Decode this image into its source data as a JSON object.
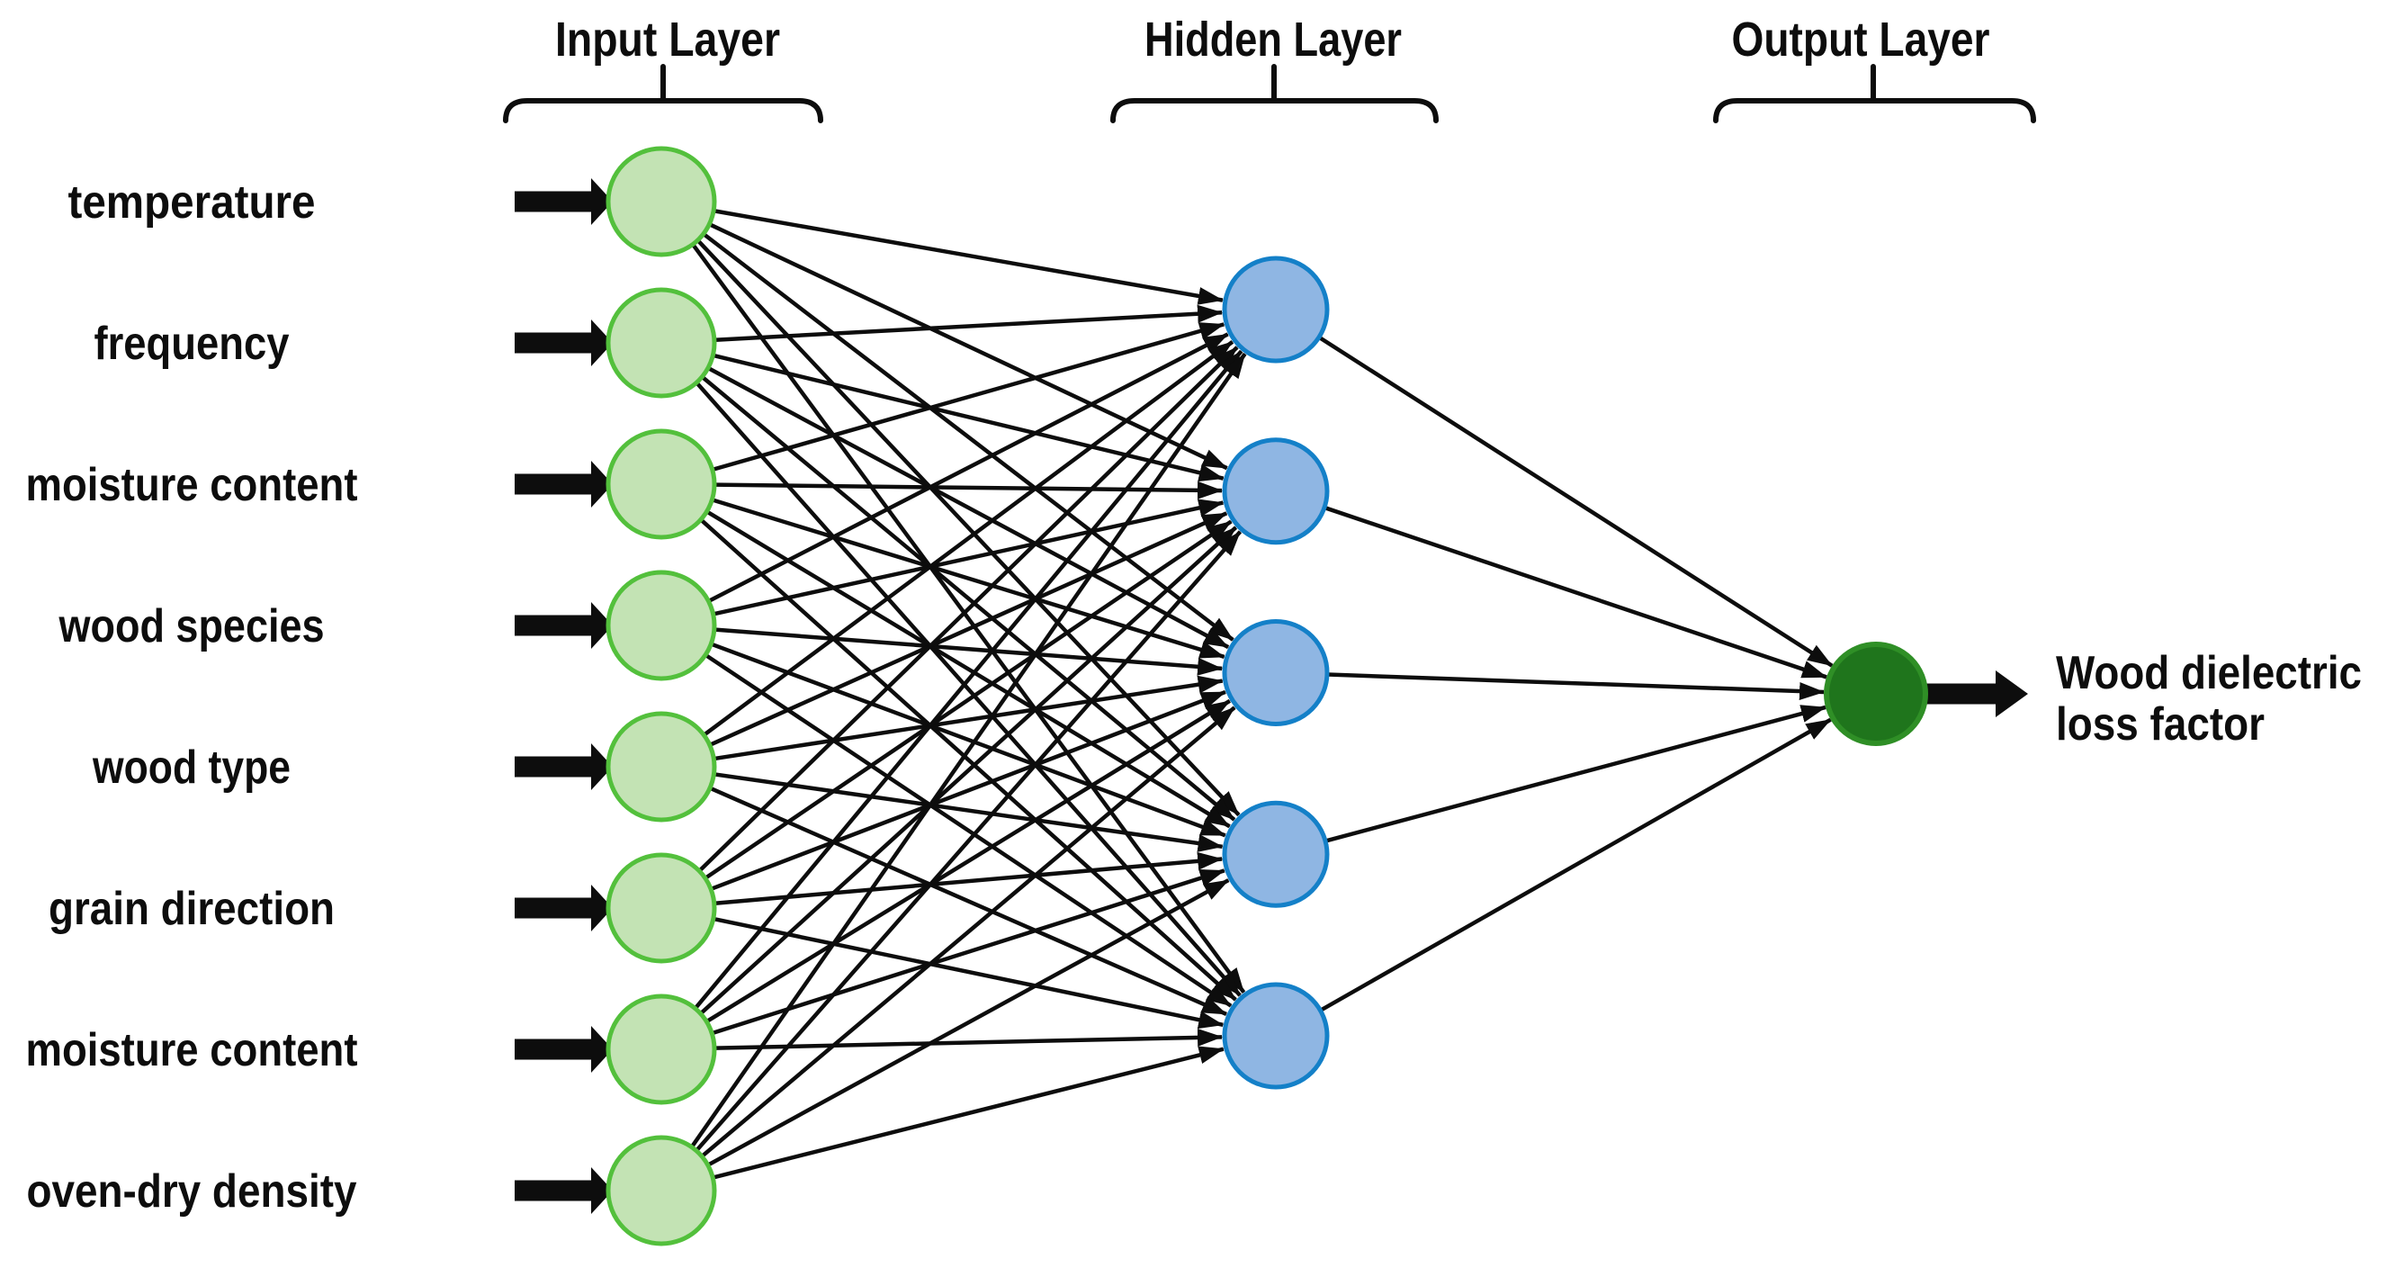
{
  "figure": {
    "background": "#ffffff",
    "edge_color": "#0d0d0d",
    "text_color": "#0d0d0d"
  },
  "layers": {
    "input": {
      "title": "Input Layer",
      "node_count": 8,
      "labels": [
        "temperature",
        "frequency",
        "moisture content",
        "wood species",
        "wood type",
        "grain direction",
        "moisture content",
        "oven-dry density"
      ],
      "node_fill": "#c3e3b4",
      "node_stroke": "#53c03c"
    },
    "hidden": {
      "title": "Hidden Layer",
      "node_count": 5,
      "node_fill": "#8fb6e3",
      "node_stroke": "#1480c8"
    },
    "output": {
      "title": "Output Layer",
      "node_count": 1,
      "node_fill": "#1f751c",
      "node_stroke": "#2f8f26",
      "label_lines": [
        "Wood dielectric",
        "loss factor"
      ]
    }
  }
}
